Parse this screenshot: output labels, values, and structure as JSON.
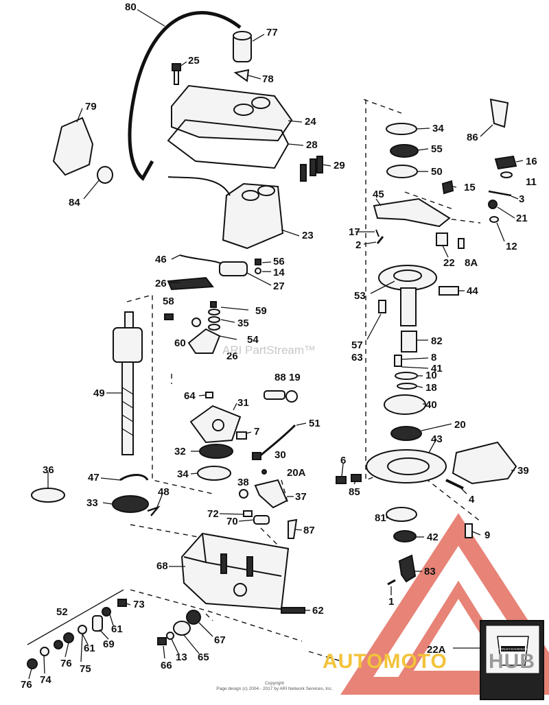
{
  "callouts": [
    {
      "id": "80",
      "name": "callout-80"
    },
    {
      "id": "77",
      "name": "callout-77"
    },
    {
      "id": "25",
      "name": "callout-25"
    },
    {
      "id": "78",
      "name": "callout-78"
    },
    {
      "id": "79",
      "name": "callout-79"
    },
    {
      "id": "24",
      "name": "callout-24"
    },
    {
      "id": "28",
      "name": "callout-28"
    },
    {
      "id": "29",
      "name": "callout-29"
    },
    {
      "id": "84",
      "name": "callout-84"
    },
    {
      "id": "23",
      "name": "callout-23"
    },
    {
      "id": "34",
      "name": "callout-34-top"
    },
    {
      "id": "55",
      "name": "callout-55"
    },
    {
      "id": "50",
      "name": "callout-50"
    },
    {
      "id": "86",
      "name": "callout-86"
    },
    {
      "id": "16",
      "name": "callout-16"
    },
    {
      "id": "11",
      "name": "callout-11"
    },
    {
      "id": "15",
      "name": "callout-15"
    },
    {
      "id": "45",
      "name": "callout-45"
    },
    {
      "id": "3",
      "name": "callout-3"
    },
    {
      "id": "21",
      "name": "callout-21"
    },
    {
      "id": "12",
      "name": "callout-12"
    },
    {
      "id": "17",
      "name": "callout-17"
    },
    {
      "id": "2",
      "name": "callout-2"
    },
    {
      "id": "22",
      "name": "callout-22"
    },
    {
      "id": "8A",
      "name": "callout-8a"
    },
    {
      "id": "46",
      "name": "callout-46"
    },
    {
      "id": "56",
      "name": "callout-56"
    },
    {
      "id": "14",
      "name": "callout-14"
    },
    {
      "id": "27",
      "name": "callout-27"
    },
    {
      "id": "26",
      "name": "callout-26-upper"
    },
    {
      "id": "53",
      "name": "callout-53"
    },
    {
      "id": "44",
      "name": "callout-44"
    },
    {
      "id": "58",
      "name": "callout-58"
    },
    {
      "id": "59",
      "name": "callout-59"
    },
    {
      "id": "35",
      "name": "callout-35"
    },
    {
      "id": "60",
      "name": "callout-60"
    },
    {
      "id": "54",
      "name": "callout-54"
    },
    {
      "id": "26",
      "name": "callout-26-lower"
    },
    {
      "id": "57",
      "name": "callout-57"
    },
    {
      "id": "63",
      "name": "callout-63"
    },
    {
      "id": "82",
      "name": "callout-82"
    },
    {
      "id": "8",
      "name": "callout-8"
    },
    {
      "id": "41",
      "name": "callout-41"
    },
    {
      "id": "10",
      "name": "callout-10"
    },
    {
      "id": "18",
      "name": "callout-18"
    },
    {
      "id": "49",
      "name": "callout-49"
    },
    {
      "id": "88",
      "name": "callout-88"
    },
    {
      "id": "19",
      "name": "callout-19"
    },
    {
      "id": "64",
      "name": "callout-64"
    },
    {
      "id": "31",
      "name": "callout-31"
    },
    {
      "id": "40",
      "name": "callout-40"
    },
    {
      "id": "51",
      "name": "callout-51"
    },
    {
      "id": "7",
      "name": "callout-7"
    },
    {
      "id": "20",
      "name": "callout-20"
    },
    {
      "id": "32",
      "name": "callout-32"
    },
    {
      "id": "30",
      "name": "callout-30"
    },
    {
      "id": "43",
      "name": "callout-43"
    },
    {
      "id": "20A",
      "name": "callout-20a"
    },
    {
      "id": "34",
      "name": "callout-34-bottom"
    },
    {
      "id": "36",
      "name": "callout-36"
    },
    {
      "id": "6",
      "name": "callout-6"
    },
    {
      "id": "39",
      "name": "callout-39"
    },
    {
      "id": "47",
      "name": "callout-47"
    },
    {
      "id": "38",
      "name": "callout-38"
    },
    {
      "id": "85",
      "name": "callout-85"
    },
    {
      "id": "37",
      "name": "callout-37"
    },
    {
      "id": "4",
      "name": "callout-4"
    },
    {
      "id": "33",
      "name": "callout-33"
    },
    {
      "id": "48",
      "name": "callout-48"
    },
    {
      "id": "72",
      "name": "callout-72"
    },
    {
      "id": "70",
      "name": "callout-70"
    },
    {
      "id": "81",
      "name": "callout-81"
    },
    {
      "id": "87",
      "name": "callout-87"
    },
    {
      "id": "9",
      "name": "callout-9"
    },
    {
      "id": "42",
      "name": "callout-42"
    },
    {
      "id": "68",
      "name": "callout-68"
    },
    {
      "id": "83",
      "name": "callout-83"
    },
    {
      "id": "1",
      "name": "callout-1"
    },
    {
      "id": "52",
      "name": "callout-52"
    },
    {
      "id": "73",
      "name": "callout-73"
    },
    {
      "id": "62",
      "name": "callout-62"
    },
    {
      "id": "61",
      "name": "callout-61-right"
    },
    {
      "id": "69",
      "name": "callout-69"
    },
    {
      "id": "67",
      "name": "callout-67"
    },
    {
      "id": "61",
      "name": "callout-61-left"
    },
    {
      "id": "76",
      "name": "callout-76-right"
    },
    {
      "id": "75",
      "name": "callout-75"
    },
    {
      "id": "13",
      "name": "callout-13"
    },
    {
      "id": "65",
      "name": "callout-65"
    },
    {
      "id": "66",
      "name": "callout-66"
    },
    {
      "id": "76",
      "name": "callout-76-left"
    },
    {
      "id": "74",
      "name": "callout-74"
    },
    {
      "id": "22A",
      "name": "callout-22a"
    }
  ],
  "watermark": {
    "text": "ARI PartStream™"
  },
  "copyright": {
    "line1": "Copyright",
    "line2": "Page design (c) 2004 - 2017 by ARI Network Services, Inc."
  },
  "logo": {
    "part1": "AUTOMOTO",
    "part2": "HUB",
    "badge_text": "HARLEY-DAVIDSON"
  },
  "colors": {
    "triangle_red": "#e05a4a",
    "logo_yellow": "#f2c33a",
    "logo_grey": "#9a9a9a",
    "ink": "#111111"
  }
}
